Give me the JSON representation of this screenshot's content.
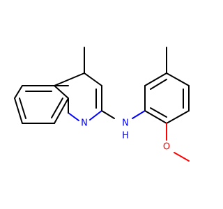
{
  "molecule": {
    "atom_labels": {
      "ring_nitrogen": "N",
      "amine_nitrogen": "N",
      "amine_hydrogen": "H",
      "methoxy_oxygen": "O"
    },
    "colors": {
      "carbon_bond": "#000000",
      "nitrogen": "#0000ff",
      "oxygen": "#ff0000",
      "background": "#ffffff"
    }
  }
}
